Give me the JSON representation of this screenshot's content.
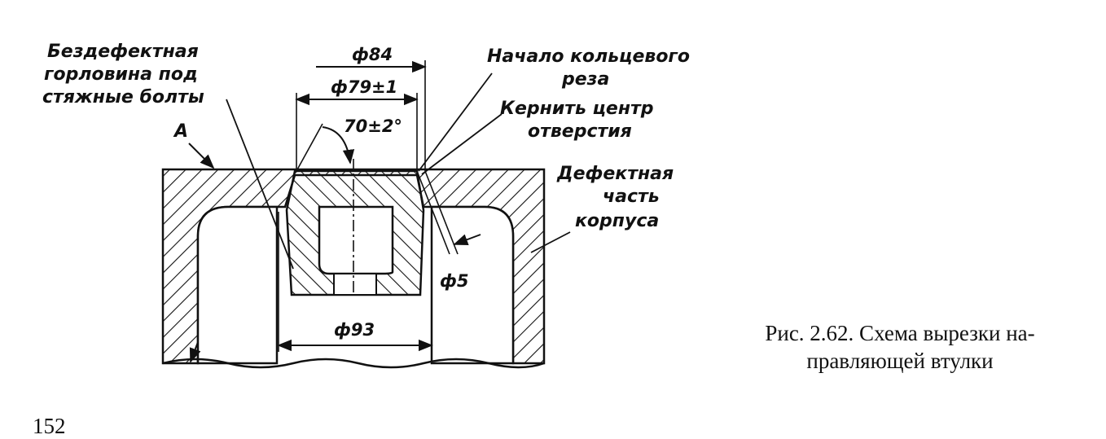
{
  "labels": {
    "defectless_neck": [
      "Бездефектная",
      "горловина под",
      "стяжные болты"
    ],
    "ring_cut_start": [
      "Начало кольцевого",
      "реза"
    ],
    "center_punch": [
      "Кернить центр",
      "отверстия"
    ],
    "defective_part": [
      "Дефектная",
      "часть",
      "корпуса"
    ],
    "section_a": "A"
  },
  "dimensions": {
    "d84": "ф84",
    "d79": "ф79±1",
    "angle": "70±2°",
    "d5": "ф5",
    "d93": "ф93"
  },
  "caption": {
    "line1": "Рис. 2.62. Схема вырезки на-",
    "line2": "правляющей втулки"
  },
  "page_number": "152"
}
